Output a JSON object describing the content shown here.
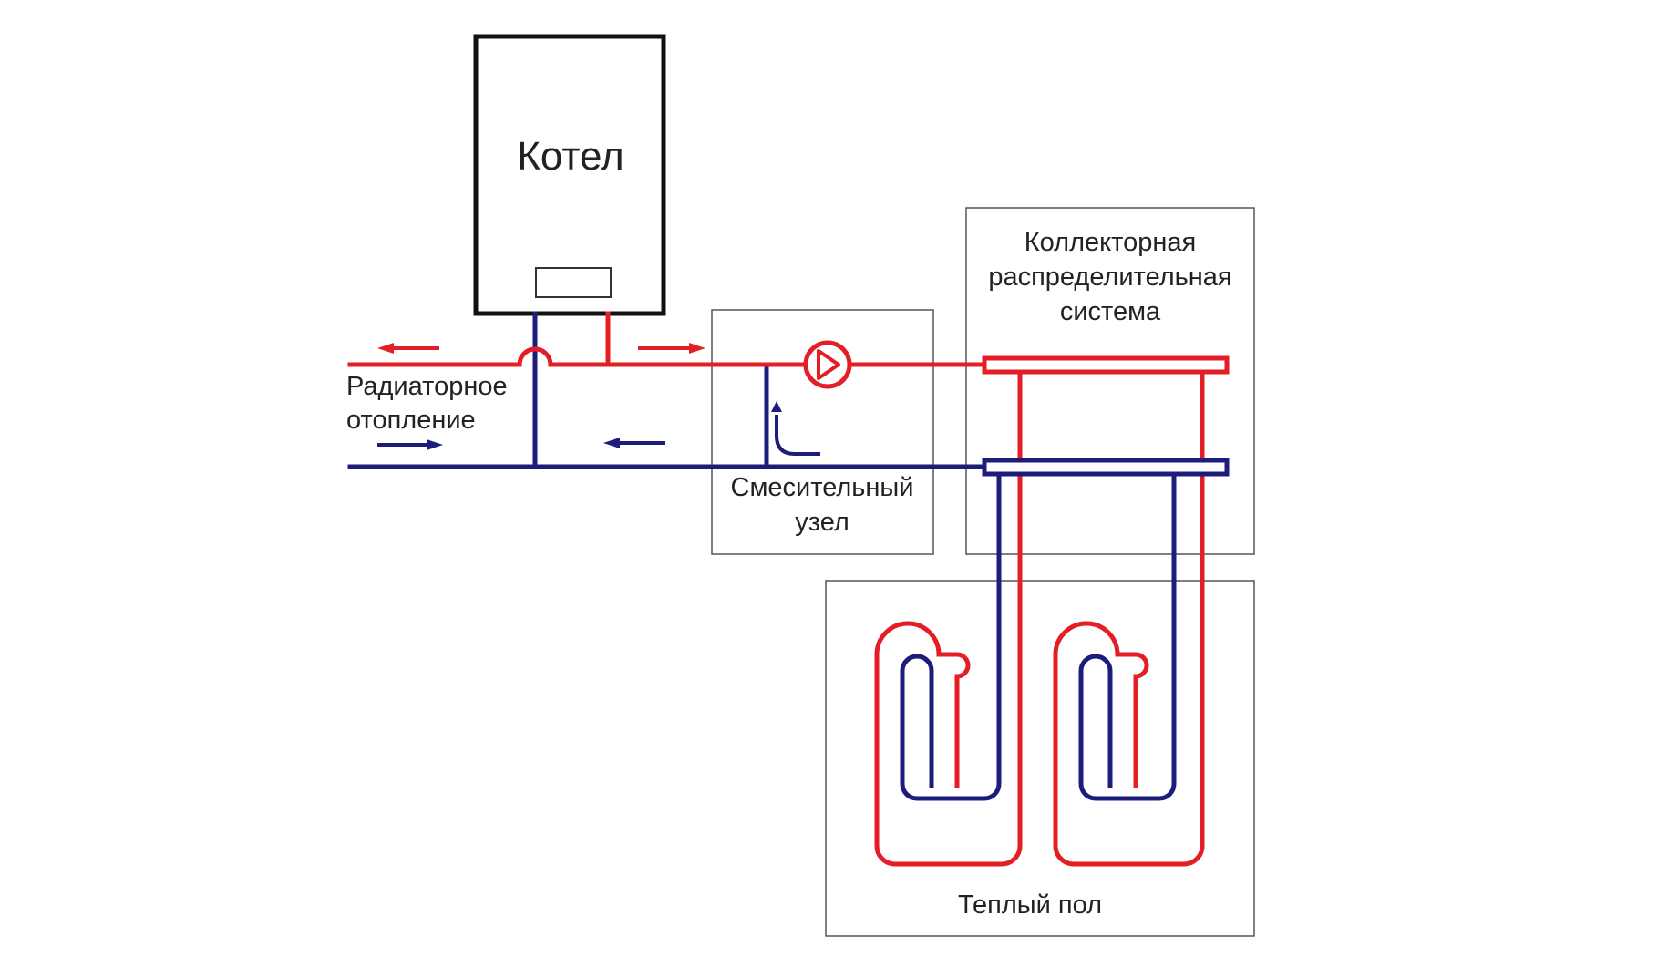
{
  "labels": {
    "boiler": "Котел",
    "radiator_line1": "Радиаторное",
    "radiator_line2": "отопление",
    "mixing_line1": "Смесительный",
    "mixing_line2": "узел",
    "collector_line1": "Коллекторная",
    "collector_line2": "распределительная",
    "collector_line3": "система",
    "floor": "Теплый пол"
  },
  "colors": {
    "supply": "#e41e26",
    "return": "#1c1d7a",
    "outline": "#555555",
    "boiler_outline": "#111111"
  },
  "icons": {
    "pump": "pump-icon",
    "valve": "mixing-valve-icon",
    "arrow": "flow-arrow-icon"
  }
}
